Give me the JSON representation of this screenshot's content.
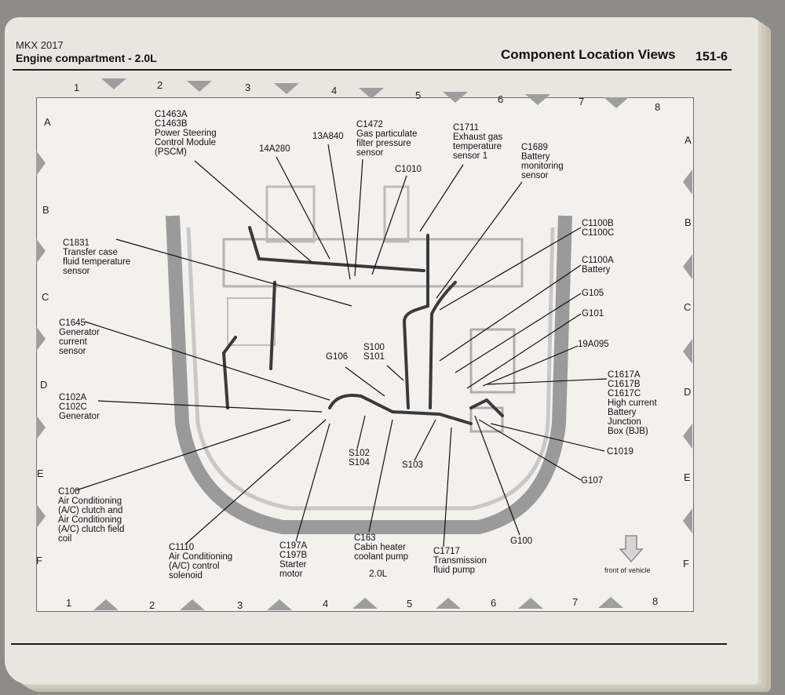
{
  "header": {
    "model": "MKX 2017",
    "section": "Engine compartment - 2.0L",
    "title": "Component Location Views",
    "page": "151-6"
  },
  "grid": {
    "columns": [
      "1",
      "2",
      "3",
      "4",
      "5",
      "6",
      "7",
      "8"
    ],
    "rows": [
      "A",
      "B",
      "C",
      "D",
      "E",
      "F"
    ]
  },
  "callouts": [
    {
      "id": "pscm",
      "text": "C1463A\nC1463B\nPower Steering\nControl Module\n(PSCM)"
    },
    {
      "id": "c14a280",
      "text": "14A280"
    },
    {
      "id": "c13a840",
      "text": "13A840"
    },
    {
      "id": "c1472",
      "text": "C1472\nGas particulate\nfilter pressure\nsensor"
    },
    {
      "id": "c1010",
      "text": "C1010"
    },
    {
      "id": "c1711",
      "text": "C1711\nExhaust gas\ntemperature\nsensor 1"
    },
    {
      "id": "c1689",
      "text": "C1689\nBattery\nmonitoring\nsensor"
    },
    {
      "id": "c1831",
      "text": "C1831\nTransfer case\nfluid temperature\nsensor"
    },
    {
      "id": "c1100b",
      "text": "C1100B\nC1100C"
    },
    {
      "id": "c1100a",
      "text": "C1100A\nBattery"
    },
    {
      "id": "g105",
      "text": "G105"
    },
    {
      "id": "g101",
      "text": "G101"
    },
    {
      "id": "c1645",
      "text": "C1645\nGenerator\ncurrent\nsensor"
    },
    {
      "id": "s100",
      "text": "S100\nS101"
    },
    {
      "id": "g106",
      "text": "G106"
    },
    {
      "id": "c19a095",
      "text": "19A095"
    },
    {
      "id": "bjb",
      "text": "C1617A\nC1617B\nC1617C\nHigh current\nBattery\nJunction\nBox (BJB)"
    },
    {
      "id": "c102",
      "text": "C102A\nC102C\nGenerator"
    },
    {
      "id": "c1019",
      "text": "C1019"
    },
    {
      "id": "s102",
      "text": "S102\nS104"
    },
    {
      "id": "s103",
      "text": "S103"
    },
    {
      "id": "g107",
      "text": "G107"
    },
    {
      "id": "c100",
      "text": "C100\nAir Conditioning\n(A/C) clutch and\nAir Conditioning\n(A/C) clutch field\ncoil"
    },
    {
      "id": "g100",
      "text": "G100"
    },
    {
      "id": "c1110",
      "text": "C1110\nAir Conditioning\n(A/C) control\nsolenoid"
    },
    {
      "id": "c197",
      "text": "C197A\nC197B\nStarter\nmotor"
    },
    {
      "id": "c163",
      "text": "C163\nCabin heater\ncoolant pump"
    },
    {
      "id": "c1717",
      "text": "C1717\nTransmission\nfluid pump"
    }
  ],
  "engine_label": "2.0L",
  "front_label": "front of vehicle",
  "icons": {
    "front_arrow": "arrow-down-icon"
  }
}
